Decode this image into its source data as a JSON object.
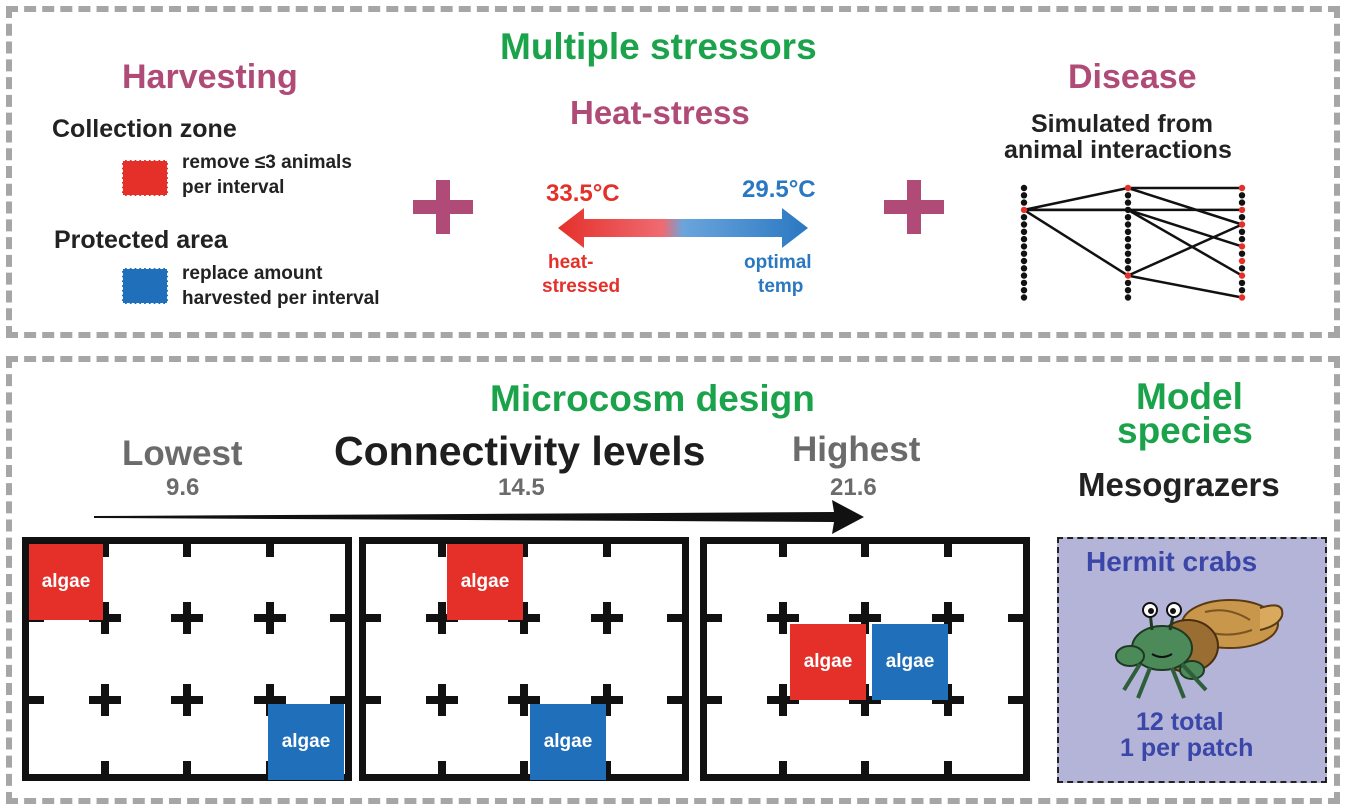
{
  "top_panel": {
    "title": "Multiple stressors",
    "harvesting": {
      "heading": "Harvesting",
      "collection_zone": {
        "label": "Collection zone",
        "desc_line1": "remove ≤3 animals",
        "desc_line2": "per interval",
        "color": "#e5302a"
      },
      "protected_area": {
        "label": "Protected area",
        "desc_line1": "replace amount",
        "desc_line2": "harvested per interval",
        "color": "#1f6fba"
      }
    },
    "plus_symbol": "+",
    "heat_stress": {
      "heading": "Heat-stress",
      "hot_temp": "33.5°C",
      "cool_temp": "29.5°C",
      "hot_label_line1": "heat-",
      "hot_label_line2": "stressed",
      "cool_label_line1": "optimal",
      "cool_label_line2": "temp"
    },
    "disease": {
      "heading": "Disease",
      "desc_line1": "Simulated from",
      "desc_line2": "animal interactions"
    }
  },
  "bottom_panel": {
    "title": "Microcosm design",
    "connectivity": {
      "heading": "Connectivity levels",
      "lowest_label": "Lowest",
      "lowest_value": "9.6",
      "middle_value": "14.5",
      "highest_label": "Highest",
      "highest_value": "21.6"
    },
    "patch_label": "algae",
    "model_species": {
      "heading_line1": "Model",
      "heading_line2": "species",
      "group": "Mesograzers",
      "organism": "Hermit crabs",
      "count_line1": "12 total",
      "count_line2": "1 per patch"
    }
  },
  "icons": [
    "plus-icon",
    "double-arrow-icon",
    "network-icon",
    "right-arrow-icon",
    "hermit-crab-icon"
  ]
}
